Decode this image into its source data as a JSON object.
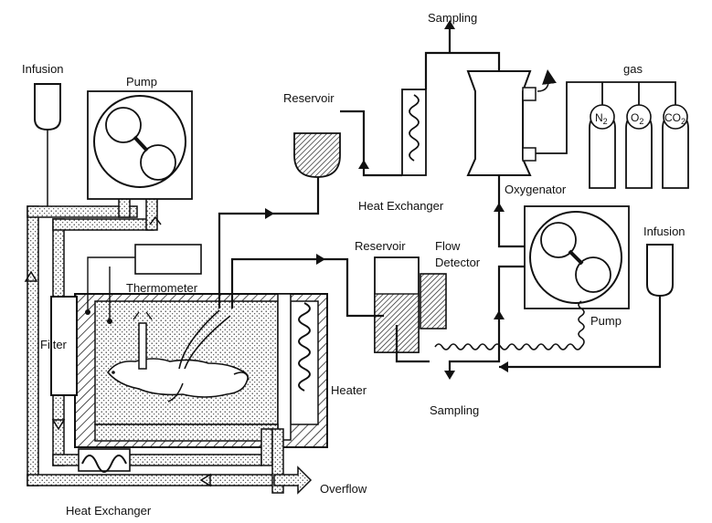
{
  "labels": {
    "infusion_left": "Infusion",
    "pump_left": "Pump",
    "reservoir_top": "Reservoir",
    "sampling_top": "Sampling",
    "heat_exchanger_top": "Heat Exchanger",
    "oxygenator": "Oxygenator",
    "gas": "gas",
    "gas_n2": "N",
    "gas_n2_sub": "2",
    "gas_o2": "O",
    "gas_o2_sub": "2",
    "gas_co2": "CO",
    "gas_co2_sub": "2",
    "thermometer": "Thermometer",
    "filter": "Filter",
    "reservoir_mid": "Reservoir",
    "flow_detector_line1": "Flow",
    "flow_detector_line2": "Detector",
    "infusion_right": "Infusion",
    "pump_right": "Pump",
    "heater": "Heater",
    "sampling_bottom": "Sampling",
    "heat_exchanger_bottom": "Heat  Exchanger",
    "overflow": "Overflow"
  }
}
